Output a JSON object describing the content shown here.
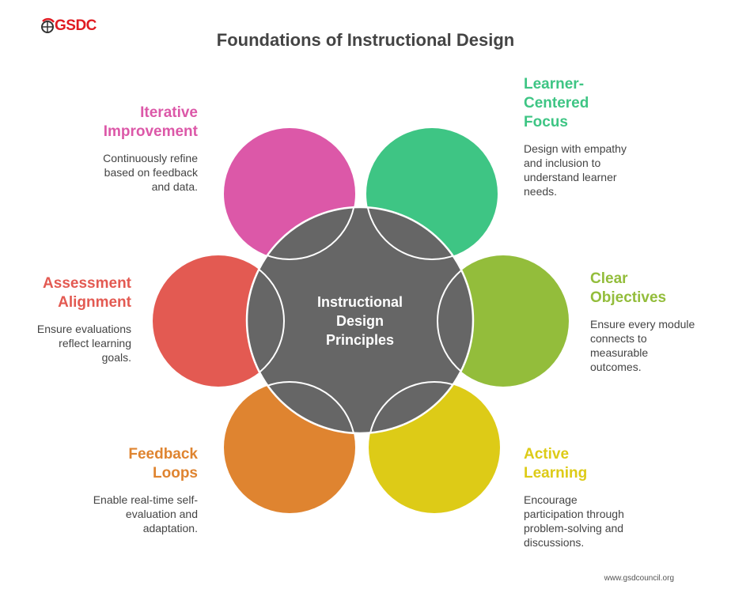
{
  "logo": {
    "text": "GSDC"
  },
  "title": "Foundations of Instructional Design",
  "center": {
    "lines": [
      "Instructional",
      "Design",
      "Principles"
    ],
    "color": "#666666"
  },
  "items": [
    {
      "key": "iterative",
      "title_lines": [
        "Iterative",
        "Improvement"
      ],
      "desc_lines": [
        "Continuously refine",
        "based on feedback",
        "and data."
      ],
      "color": "#DC58A8"
    },
    {
      "key": "learner",
      "title_lines": [
        "Learner-",
        "Centered",
        "Focus"
      ],
      "desc_lines": [
        "Design with empathy",
        "and inclusion to",
        "understand learner",
        "needs."
      ],
      "color": "#3EC584"
    },
    {
      "key": "assessment",
      "title_lines": [
        "Assessment",
        "Alignment"
      ],
      "desc_lines": [
        "Ensure evaluations",
        "reflect learning",
        "goals."
      ],
      "color": "#E35A52"
    },
    {
      "key": "clear",
      "title_lines": [
        "Clear",
        "Objectives"
      ],
      "desc_lines": [
        "Ensure every module",
        "connects to",
        "measurable",
        "outcomes."
      ],
      "color": "#93BD3B"
    },
    {
      "key": "feedback",
      "title_lines": [
        "Feedback",
        "Loops"
      ],
      "desc_lines": [
        "Enable real-time self-",
        "evaluation and",
        "adaptation."
      ],
      "color": "#DF8430"
    },
    {
      "key": "active",
      "title_lines": [
        "Active",
        "Learning"
      ],
      "desc_lines": [
        "Encourage",
        "participation through",
        "problem-solving and",
        "discussions."
      ],
      "color": "#DDCB17"
    }
  ],
  "footer": "www.gsdcouncil.org"
}
